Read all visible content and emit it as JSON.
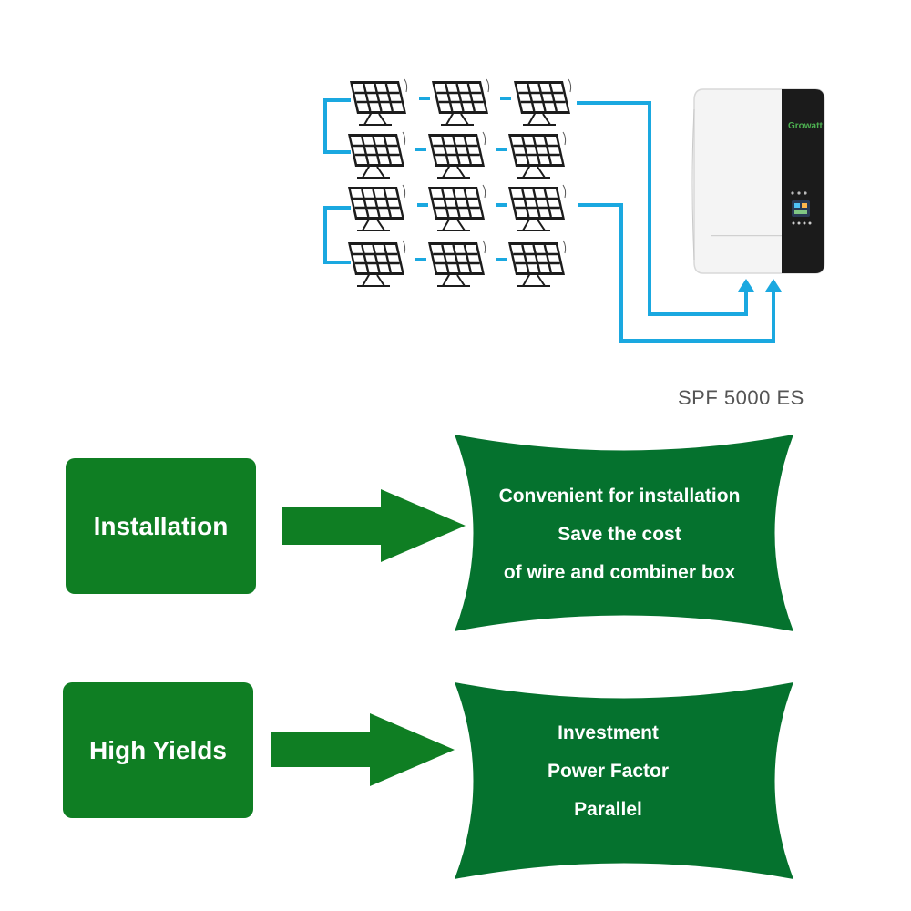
{
  "colors": {
    "green_box": "#0f7e23",
    "green_banner": "#05722e",
    "cable": "#1aa8e0",
    "panel_frame": "#1c1c1c",
    "panel_cell": "#ffffff",
    "inverter_body": "#f4f4f4",
    "inverter_dark": "#1b1b1b",
    "model_text": "#555555"
  },
  "inverter": {
    "brand": "Growatt",
    "model": "SPF 5000 ES"
  },
  "solar_array": {
    "strings": 2,
    "rows_per_string": 2,
    "panels_per_row": 3,
    "icon": "solar-panel-icon"
  },
  "features": [
    {
      "label": "Installation",
      "details": [
        "Convenient for installation",
        "Save the cost",
        "of wire and combiner box"
      ]
    },
    {
      "label": "High Yields",
      "details": [
        "Investment",
        "Power Factor",
        "Parallel"
      ]
    }
  ]
}
